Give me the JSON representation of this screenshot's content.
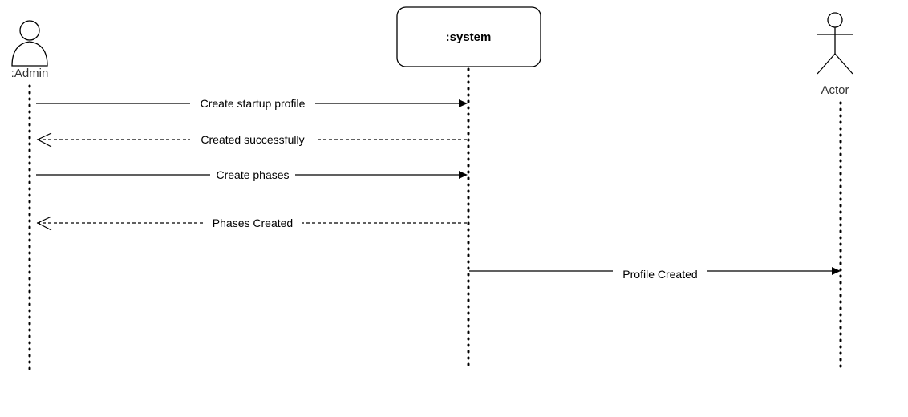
{
  "participants": {
    "admin": {
      "label": ":Admin",
      "kind": "user-icon"
    },
    "system": {
      "label": ":system",
      "kind": "rounded-box"
    },
    "actor": {
      "label": "Actor",
      "kind": "stick-figure-icon"
    }
  },
  "messages": [
    {
      "label": "Create startup profile",
      "from": "admin",
      "to": "system",
      "style": "solid"
    },
    {
      "label": "Created successfully",
      "from": "system",
      "to": "admin",
      "style": "dashed"
    },
    {
      "label": "Create phases",
      "from": "admin",
      "to": "system",
      "style": "solid"
    },
    {
      "label": "Phases Created",
      "from": "system",
      "to": "admin",
      "style": "dashed"
    },
    {
      "label": "Profile Created",
      "from": "system",
      "to": "actor",
      "style": "solid"
    }
  ],
  "colors": {
    "stroke": "#000000",
    "background": "#ffffff"
  }
}
